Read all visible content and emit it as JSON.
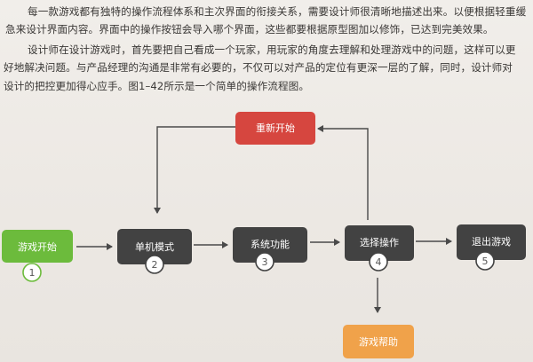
{
  "paragraphs": [
    "每一款游戏都有独特的操作流程体系和主次界面的衔接关系，需要设计师很清晰地描述出来。以便根据轻重缓",
    "急来设计界面内容。界面中的操作按钮会导入哪个界面，这些都要根据原型图加以修饰，已达到完美效果。",
    "设计师在设计游戏时，首先要把自己看成一个玩家，用玩家的角度去理解和处理游戏中的问题，这样可以更",
    "好地解决问题。与产品经理的沟通是非常有必要的，不仅可以对产品的定位有更深一层的了解，同时，设计师对",
    "设计的把控更加得心应手。图1–42所示是一个简单的操作流程图。"
  ],
  "flow": {
    "restart": {
      "label": "重新开始",
      "color": "#d6463f"
    },
    "start": {
      "label": "游戏开始",
      "number": "1",
      "color": "#6cbb3c"
    },
    "single": {
      "label": "单机模式",
      "number": "2",
      "color": "#424242"
    },
    "system": {
      "label": "系统功能",
      "number": "3",
      "color": "#424242"
    },
    "select": {
      "label": "选择操作",
      "number": "4",
      "color": "#424242"
    },
    "exit": {
      "label": "退出游戏",
      "number": "5",
      "color": "#424242"
    },
    "help": {
      "label": "游戏帮助",
      "color": "#f0a24a"
    }
  }
}
